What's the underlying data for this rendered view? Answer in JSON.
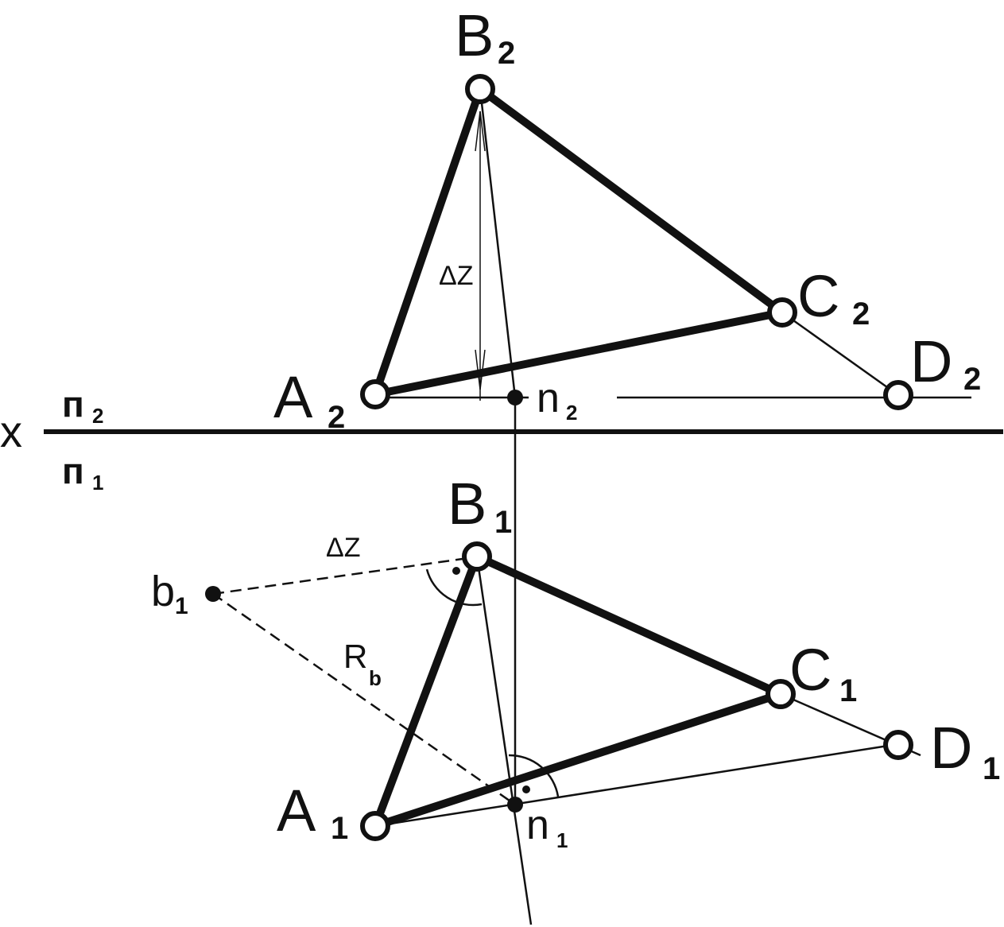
{
  "diagram": {
    "axis_label": "x",
    "plane_upper": {
      "main": "п",
      "sub": "2"
    },
    "plane_lower": {
      "main": "п",
      "sub": "1"
    },
    "front": {
      "A": {
        "main": "A",
        "sub": "2"
      },
      "B": {
        "main": "B",
        "sub": "2"
      },
      "C": {
        "main": "C",
        "sub": "2"
      },
      "D": {
        "main": "D",
        "sub": "2"
      },
      "n": {
        "main": "n",
        "sub": "2"
      },
      "dz": "ΔZ"
    },
    "top": {
      "A": {
        "main": "A",
        "sub": "1"
      },
      "B": {
        "main": "B",
        "sub": "1"
      },
      "C": {
        "main": "C",
        "sub": "1"
      },
      "D": {
        "main": "D",
        "sub": "1"
      },
      "n": {
        "main": "n",
        "sub": "1"
      },
      "b": {
        "main": "b",
        "sub": "1"
      },
      "r": {
        "main": "R",
        "sub": "b"
      },
      "dz": "ΔZ"
    },
    "colors": {
      "ink": "#111111",
      "background": "#ffffff"
    }
  }
}
